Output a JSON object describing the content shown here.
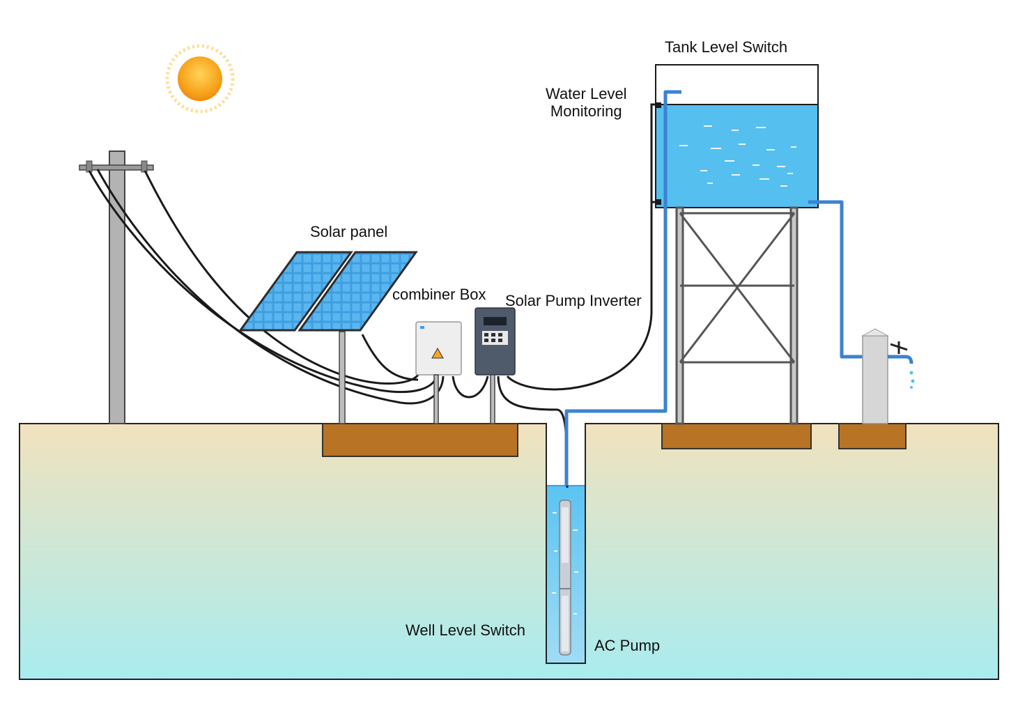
{
  "labels": {
    "tank_level_switch": "Tank Level Switch",
    "water_level_monitoring_line1": "Water Level",
    "water_level_monitoring_line2": "Monitoring",
    "solar_panel": "Solar panel",
    "combiner_box": "combiner Box",
    "solar_pump_inverter": "Solar Pump Inverter",
    "well_level_switch": "Well Level Switch",
    "ac_pump": "AC Pump"
  },
  "colors": {
    "ground_top": "#f1e2bd",
    "ground_bottom": "#a9ecef",
    "foundation": "#b87325",
    "water": "#55bff0",
    "pipe": "#3c82d0",
    "sun": "#f7a51c",
    "panel": "#3d9fe0",
    "steel": "#9e9e9e"
  },
  "icons": {
    "sun": "sun-icon",
    "utility_pole": "utility-pole-icon",
    "solar_panel": "solar-panel-icon",
    "combiner_box": "combiner-box-icon",
    "inverter": "inverter-icon",
    "water_tank": "water-tank-icon",
    "tap": "water-tap-icon",
    "pump": "submersible-pump-icon"
  }
}
